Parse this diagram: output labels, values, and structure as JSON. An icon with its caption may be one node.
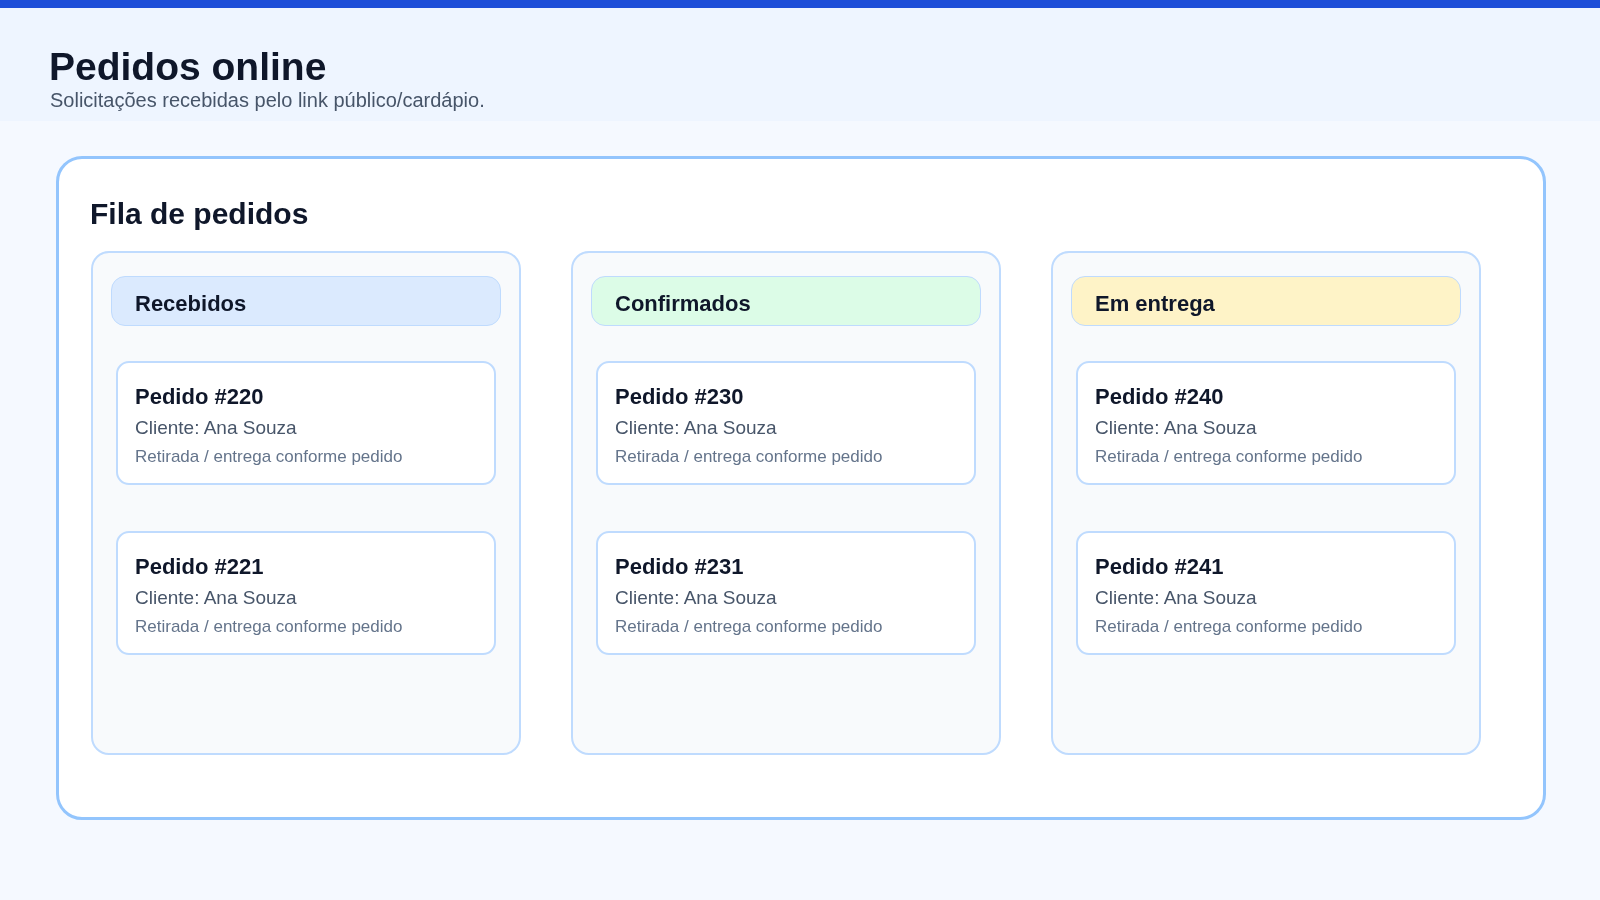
{
  "diagram": {
    "title": "Pedidos online",
    "labels": [
      "Solicitações recebidas pelo link público/cardápio."
    ],
    "nodes": [
      {
        "text": [
          "Fila de pedidos"
        ]
      },
      {
        "text": [],
        "shape": "box",
        "in": 0
      },
      {
        "text": [
          "Recebidos"
        ],
        "in": 1
      },
      {
        "text": [
          "Pedido #220",
          "Cliente: Ana Souza",
          "Retirada / entrega conforme pedido"
        ],
        "in": 1
      },
      {
        "text": [
          "Pedido #221",
          "Cliente: Ana Souza",
          "Retirada / entrega conforme pedido"
        ],
        "in": 1
      },
      {
        "text": [],
        "shape": "box",
        "in": 0
      },
      {
        "text": [
          "Confirmados"
        ],
        "in": 5
      },
      {
        "text": [
          "Pedido #230",
          "Cliente: Ana Souza",
          "Retirada / entrega conforme pedido"
        ],
        "in": 5
      },
      {
        "text": [
          "Pedido #231",
          "Cliente: Ana Souza",
          "Retirada / entrega conforme pedido"
        ],
        "in": 5
      },
      {
        "text": [],
        "shape": "box",
        "in": 0
      },
      {
        "text": [
          "Em entrega"
        ],
        "in": 9
      },
      {
        "text": [
          "Pedido #240",
          "Cliente: Ana Souza",
          "Retirada / entrega conforme pedido"
        ],
        "in": 9
      },
      {
        "text": [
          "Pedido #241",
          "Cliente: Ana Souza",
          "Retirada / entrega conforme pedido"
        ],
        "in": 9
      }
    ]
  }
}
